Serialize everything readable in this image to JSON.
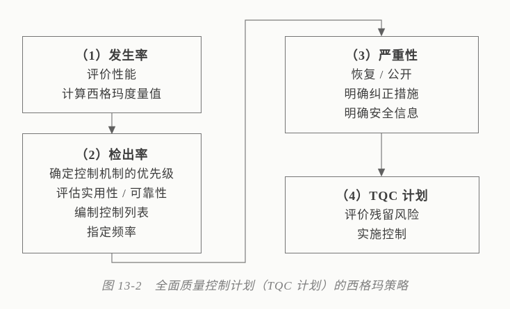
{
  "figure": {
    "caption": "图 13-2　全面质量控制计划（TQC 计划）的西格玛策略",
    "boxes": [
      {
        "title": "（1）发生率",
        "lines": [
          "评价性能",
          "计算西格玛度量值"
        ]
      },
      {
        "title": "（2）检出率",
        "lines": [
          "确定控制机制的优先级",
          "评估实用性 / 可靠性",
          "编制控制列表",
          "指定频率"
        ]
      },
      {
        "title": "（3）严重性",
        "lines": [
          "恢复 / 公开",
          "明确纠正措施",
          "明确安全信息"
        ]
      },
      {
        "title": "（4）TQC 计划",
        "lines": [
          "评价残留风险",
          "实施控制"
        ]
      }
    ],
    "colors": {
      "background": "#fbfbf9",
      "box_border": "#757575",
      "connector": "#7c7c7c",
      "text": "#3d3d3d",
      "caption_text": "#7e7e7e"
    }
  }
}
